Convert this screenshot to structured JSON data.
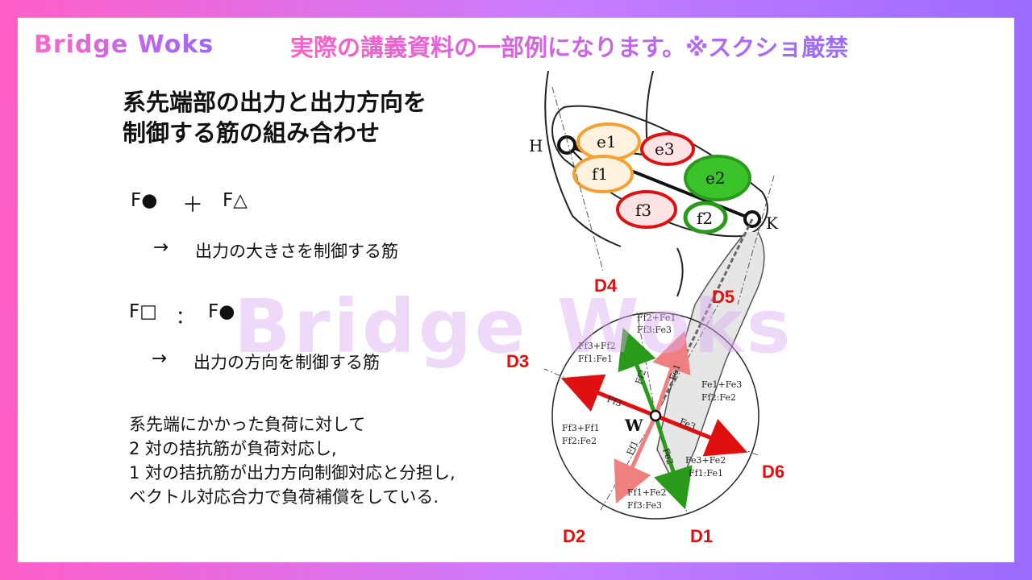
{
  "header": {
    "brand": "Bridge Woks",
    "notice": "実際の講義資料の一部例になります。※スクショ厳禁"
  },
  "watermark": "Bridge Woks",
  "title": "系先端部の出力と出力方向を\n制御する筋の組み合わせ",
  "rule1": {
    "formula_left": "F●",
    "operator": "＋",
    "formula_right": "F△",
    "arrow": "→",
    "desc": "出力の大きさを制御する筋"
  },
  "rule2": {
    "formula_left": "F□",
    "operator": "：",
    "formula_right": "F●",
    "arrow": "→",
    "desc": "出力の方向を制御する筋"
  },
  "body": "系先端にかかった負荷に対して\n2 対の拮抗筋が負荷対応し,\n1 対の拮抗筋が出力方向制御対応と分担し,\nベクトル対応合力で負荷補償をしている.",
  "diagram": {
    "joints": [
      "H",
      "K",
      "W"
    ],
    "muscles": [
      "e1",
      "e3",
      "f1",
      "e2",
      "f3",
      "f2"
    ],
    "directions": [
      "D1",
      "D2",
      "D3",
      "D4",
      "D5",
      "D6"
    ],
    "forces": [
      "Ff2",
      "Fe1",
      "Ff3",
      "Fe3",
      "Ff1",
      "Fe2"
    ],
    "sectors": [
      {
        "sum": "Ff2+Fe1",
        "ratio": "Ff3:Fe3"
      },
      {
        "sum": "Ff3+Ff2",
        "ratio": "Ff1:Fe1"
      },
      {
        "sum": "Fe1+Fe3",
        "ratio": "Ff2:Fe2"
      },
      {
        "sum": "Ff3+Ff1",
        "ratio": "Ff2:Fe2"
      },
      {
        "sum": "Fe3+Fe2",
        "ratio": "Ff1:Fe1"
      },
      {
        "sum": "Ff1+Fe2",
        "ratio": "Ff3:Fe3"
      }
    ],
    "colors": {
      "red": "#e01010",
      "green": "#2a9a1a",
      "orange": "#f5a030",
      "pink": "#f08080"
    }
  }
}
